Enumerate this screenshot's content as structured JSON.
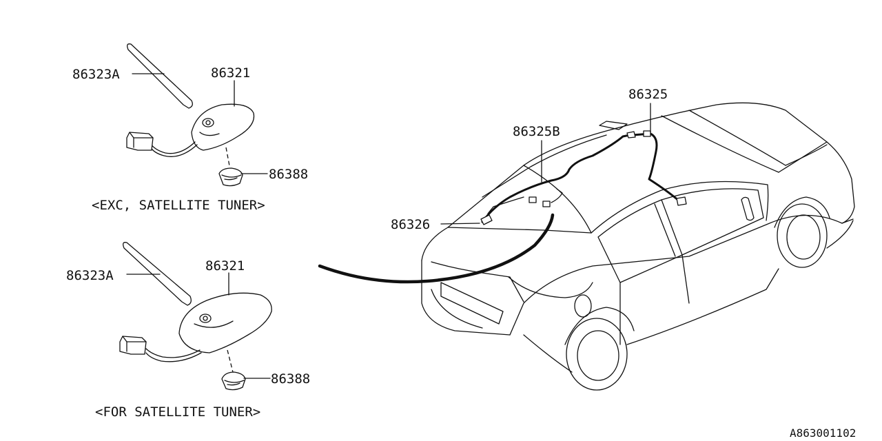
{
  "top_group": {
    "caption": "<EXC, SATELLITE TUNER>",
    "labels": {
      "rod": "86323A",
      "base": "86321",
      "grommet": "86388"
    }
  },
  "bottom_group": {
    "caption": "<FOR SATELLITE TUNER>",
    "labels": {
      "rod": "86323A",
      "base": "86321",
      "grommet": "86388"
    }
  },
  "vehicle": {
    "labels": {
      "feeder_cord": "86325",
      "feeder_cord_b": "86325B",
      "clip": "86326"
    }
  },
  "reference_code": "A863001102"
}
